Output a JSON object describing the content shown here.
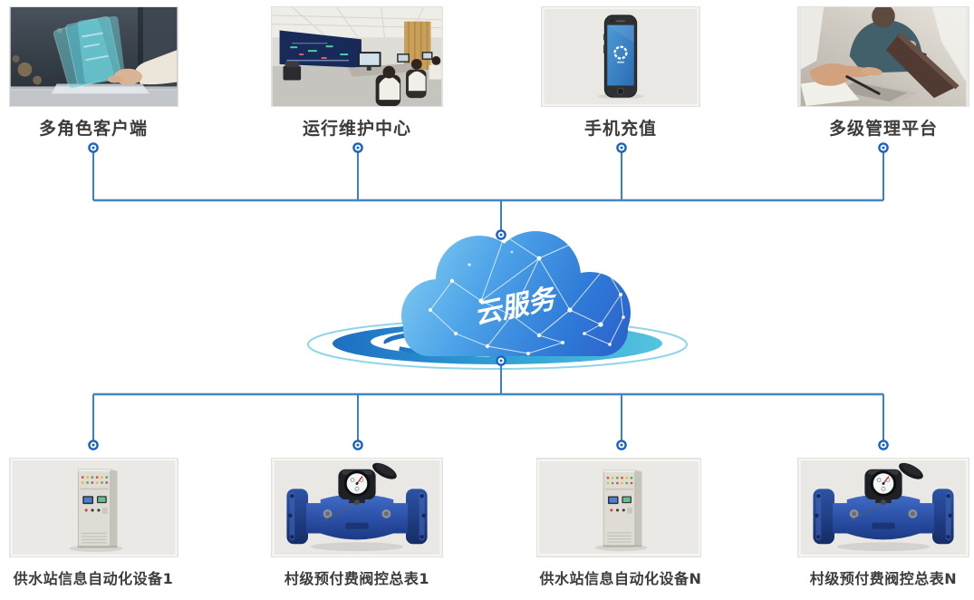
{
  "cloud": {
    "label": "云服务",
    "icon": "cloud-network-icon",
    "colors": {
      "light": "#7fcbf1",
      "dark": "#2b5ec8",
      "ripple_blue": "#1d6ec2",
      "ripple_teal": "#54c4de"
    }
  },
  "top_items": [
    {
      "label": "多角色客户端",
      "image": "laptop-typing-photo"
    },
    {
      "label": "运行维护中心",
      "image": "control-room-photo"
    },
    {
      "label": "手机充值",
      "image": "smartphone-app-photo"
    },
    {
      "label": "多级管理平台",
      "image": "meeting-laptop-photo"
    }
  ],
  "bottom_items": [
    {
      "label": "供水站信息自动化设备1",
      "image": "control-cabinet-photo"
    },
    {
      "label": "村级预付费阀控总表1",
      "image": "water-meter-photo"
    },
    {
      "label": "供水站信息自动化设备N",
      "image": "control-cabinet-photo"
    },
    {
      "label": "村级预付费阀控总表N",
      "image": "water-meter-photo"
    }
  ],
  "style": {
    "connector_color": "#3c7fc2",
    "node_ring_color": "#1b63c0",
    "label_color": "#3d3c3a",
    "tile_background": "#eae8e5"
  }
}
